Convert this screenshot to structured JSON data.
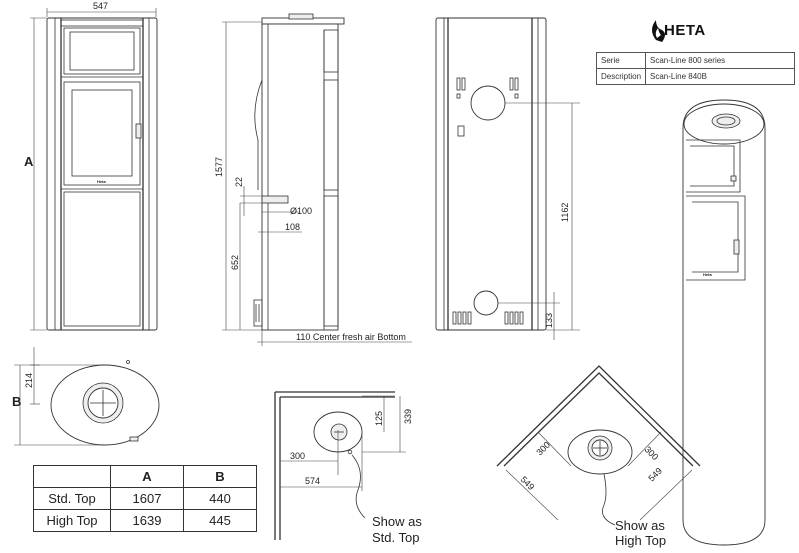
{
  "front_view": {
    "width_dim": "547",
    "height_label": "A",
    "brand_badge": "Heta"
  },
  "side_view": {
    "dim_total_height": "1577",
    "dim_22": "22",
    "dim_diameter": "Ø100",
    "dim_108": "108",
    "dim_652": "652",
    "dim_bottom": "110 Center fresh air Bottom"
  },
  "rear_view": {
    "dim_1162": "1162",
    "dim_133": "133"
  },
  "top_view": {
    "label_b": "B",
    "dim_214": "214"
  },
  "wall_view": {
    "dim_125": "125",
    "dim_339": "339",
    "dim_300": "300",
    "dim_574": "574",
    "caption": "Show as Std. Top",
    "caption_line1": "Show as",
    "caption_line2": "Std. Top"
  },
  "corner_view": {
    "dim_300_left": "300",
    "dim_300_right": "300",
    "dim_549_left": "549",
    "dim_549_right": "549",
    "caption": "Show as High Top",
    "caption_line1": "Show as",
    "caption_line2": "High Top"
  },
  "logo": {
    "text": "HETA",
    "icon": "flame-icon"
  },
  "spec_table": {
    "rows": [
      {
        "key": "Serie",
        "value": "Scan-Line 800 series"
      },
      {
        "key": "Description",
        "value": "Scan-Line 840B"
      }
    ]
  },
  "size_table": {
    "header": [
      "",
      "A",
      "B"
    ],
    "rows": [
      [
        "Std.  Top",
        "1607",
        "440"
      ],
      [
        "High Top",
        "1639",
        "445"
      ]
    ]
  }
}
